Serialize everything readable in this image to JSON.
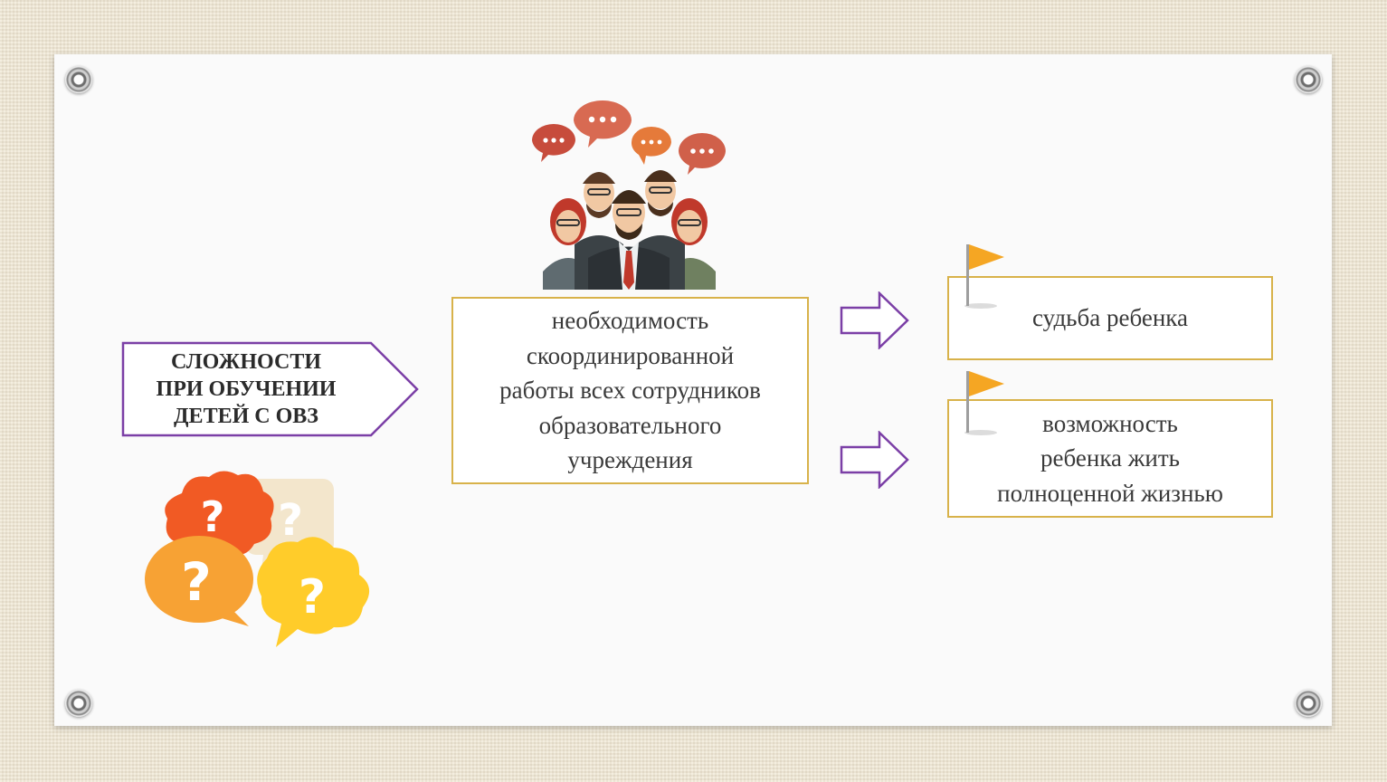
{
  "diagram": {
    "title_lines": [
      "СЛОЖНОСТИ",
      "ПРИ ОБУЧЕНИИ",
      "ДЕТЕЙ С ОВЗ"
    ],
    "center_lines": [
      "необходимость",
      "скоординированной",
      "работы всех сотрудников",
      "образовательного",
      "учреждения"
    ],
    "outcome1_lines": [
      "судьба ребенка"
    ],
    "outcome2_lines": [
      "возможность",
      "ребенка жить",
      "полноценной жизнью"
    ]
  },
  "colors": {
    "accent_purple": "#7b3fa6",
    "box_border": "#d8b24a",
    "flag": "#f5a623"
  },
  "icons": [
    "people-group-icon",
    "speech-bubbles-icon",
    "question-bubbles-icon",
    "flag-icon",
    "arrow-right-icon",
    "rivet-icon"
  ]
}
